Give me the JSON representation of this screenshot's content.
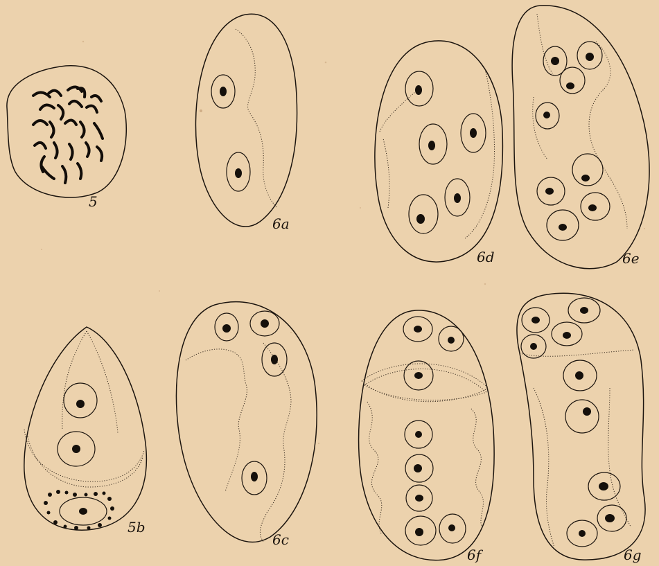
{
  "figure_labels": {
    "fig5": "5",
    "fig5b": "5b",
    "fig6a": "6a",
    "fig6c": "6c",
    "fig6d": "6d",
    "fig6e": "6e",
    "fig6f": "6f",
    "fig6g": "6g"
  },
  "colors": {
    "paper": "#ecd2ad",
    "ink": "#1b140e"
  }
}
